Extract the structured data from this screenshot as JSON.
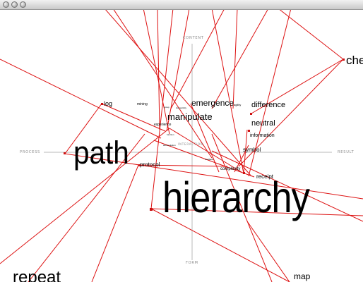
{
  "window": {
    "buttons": [
      "close",
      "minimize",
      "zoom"
    ],
    "chrome_color": "#d0d0d0"
  },
  "axes": {
    "top": "CONTENT",
    "bottom": "FORM",
    "left": "PROCESS",
    "right": "RESULT",
    "center": "INTERACTION"
  },
  "words": {
    "hierarchy": "hierarchy",
    "path": "path",
    "manipulate": "manipulate",
    "emergence": "emergence",
    "difference": "difference",
    "neutral": "neutral",
    "information": "information",
    "symbol": "symbol",
    "receipt": "receipt",
    "protocol": "protocol",
    "log": "log",
    "mining": "mining",
    "complexity": "complexity",
    "experience": "experience",
    "agility": "agility",
    "chaos_partial": "che",
    "repeat_partial": "repeat",
    "map_partial": "map",
    "small_1": "interactivity",
    "small_2": "group",
    "small_3": "accumulation",
    "small_4": "feedback",
    "small_5": "function"
  },
  "colors": {
    "link": "#dd1111",
    "node": "#cc1111",
    "axis": "#b0b0b0",
    "text": "#000000"
  }
}
